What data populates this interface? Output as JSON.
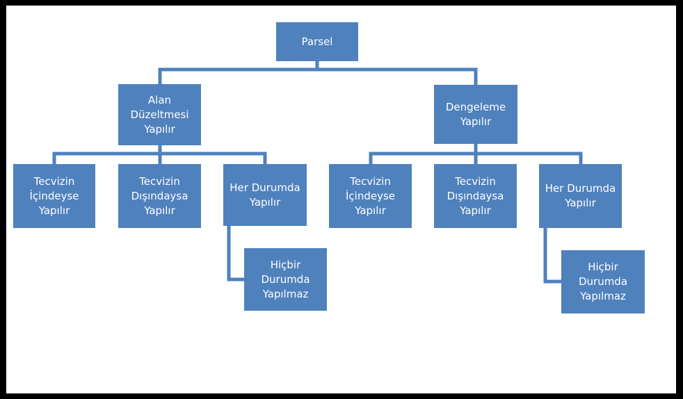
{
  "colors": {
    "node_fill": "#4f81bd",
    "node_text": "#ffffff",
    "connector": "#4f81bd",
    "frame": "#000000",
    "background": "#ffffff"
  },
  "diagram": {
    "root": "Parsel",
    "left": {
      "label": "Alan\nDüzeltmesi\nYapılır",
      "children": [
        "Tecvizin\nİçindeyse\nYapılır",
        "Tecvizin\nDışındaysa\nYapılır",
        "Her Durumda\nYapılır"
      ],
      "sub_child": "Hiçbir\nDurumda\nYapılmaz"
    },
    "right": {
      "label": "Dengeleme\nYapılır",
      "children": [
        "Tecvizin\nİçindeyse\nYapılır",
        "Tecvizin\nDışındaysa\nYapılır",
        "Her Durumda\nYapılır"
      ],
      "sub_child": "Hiçbir\nDurumda\nYapılmaz"
    }
  }
}
